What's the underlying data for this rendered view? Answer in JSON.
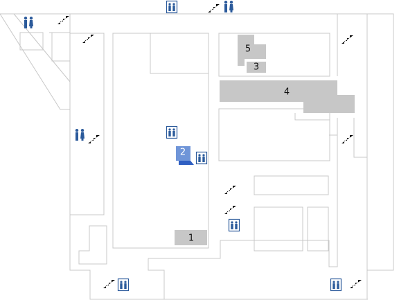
{
  "map": {
    "units": [
      {
        "id": "1",
        "label": "1"
      },
      {
        "id": "2",
        "label": "2"
      },
      {
        "id": "3",
        "label": "3"
      },
      {
        "id": "4",
        "label": "4"
      },
      {
        "id": "5",
        "label": "5"
      }
    ],
    "colors": {
      "wall": "#c8c8c8",
      "unit_fill": "#c7c7c7",
      "icon_blue": "#2b5a9b",
      "highlight_top": "#6f95d8",
      "highlight_side": "#2f5fc2"
    },
    "icons": [
      "stairs-icon",
      "elevator-icon",
      "restroom-icon"
    ]
  }
}
